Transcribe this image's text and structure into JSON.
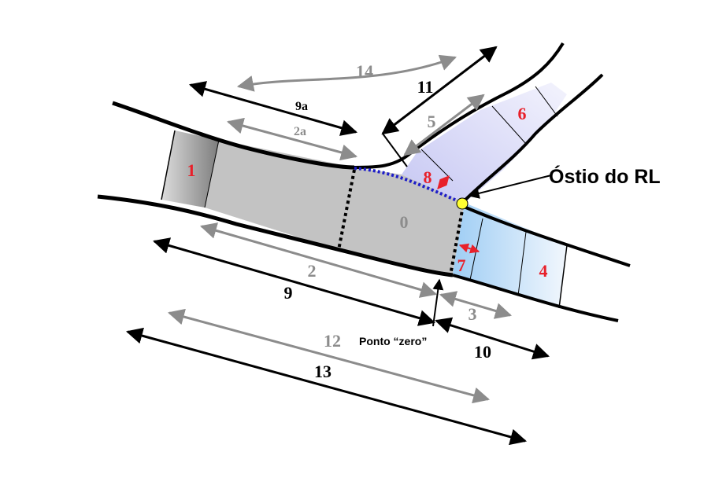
{
  "colors": {
    "segment_gray": "#c3c3c3",
    "segment_dark_gray": "#8f8f8f",
    "segment_blue": "#9ecdf4",
    "segment_light_blue": "#e8f2fb",
    "segment_lavender": "#cccdf5",
    "segment_light_lavender": "#eeeffc",
    "red_label": "#e8202a",
    "gray_label": "#8c8c8c",
    "black": "#000000",
    "dotted_blue": "#1d1dc8",
    "ostium_dot": "#ffff33"
  },
  "segments": {
    "s0": "0",
    "s1": "1",
    "s4": "4",
    "s6": "6",
    "s7": "7",
    "s8": "8"
  },
  "measures": {
    "m2": "2",
    "m2a": "2a",
    "m3": "3",
    "m5": "5",
    "m9": "9",
    "m9a": "9a",
    "m10": "10",
    "m11": "11",
    "m12": "12",
    "m13": "13",
    "m14": "14"
  },
  "annotations": {
    "ostium": "Óstio do RL",
    "zero_point": "Ponto “zero”"
  }
}
